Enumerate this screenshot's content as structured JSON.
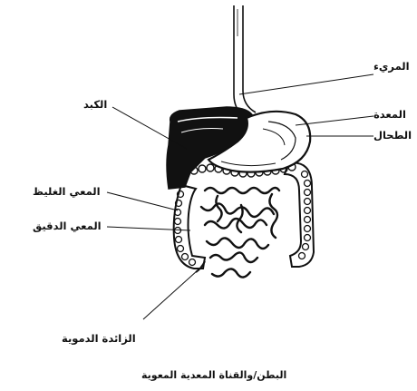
{
  "labels": {
    "esophagus": "المريء",
    "liver": "الكبد",
    "stomach": "المعدة",
    "spleen": "الطحال",
    "large_intestine": "المعي الغليظ",
    "small_intestine": "المعي الدقيق",
    "appendix": "الزائدة الدموية"
  },
  "caption": "البطن/والقناة المعدية المعوية",
  "colors": {
    "ink": "#111111",
    "background": "#ffffff"
  }
}
